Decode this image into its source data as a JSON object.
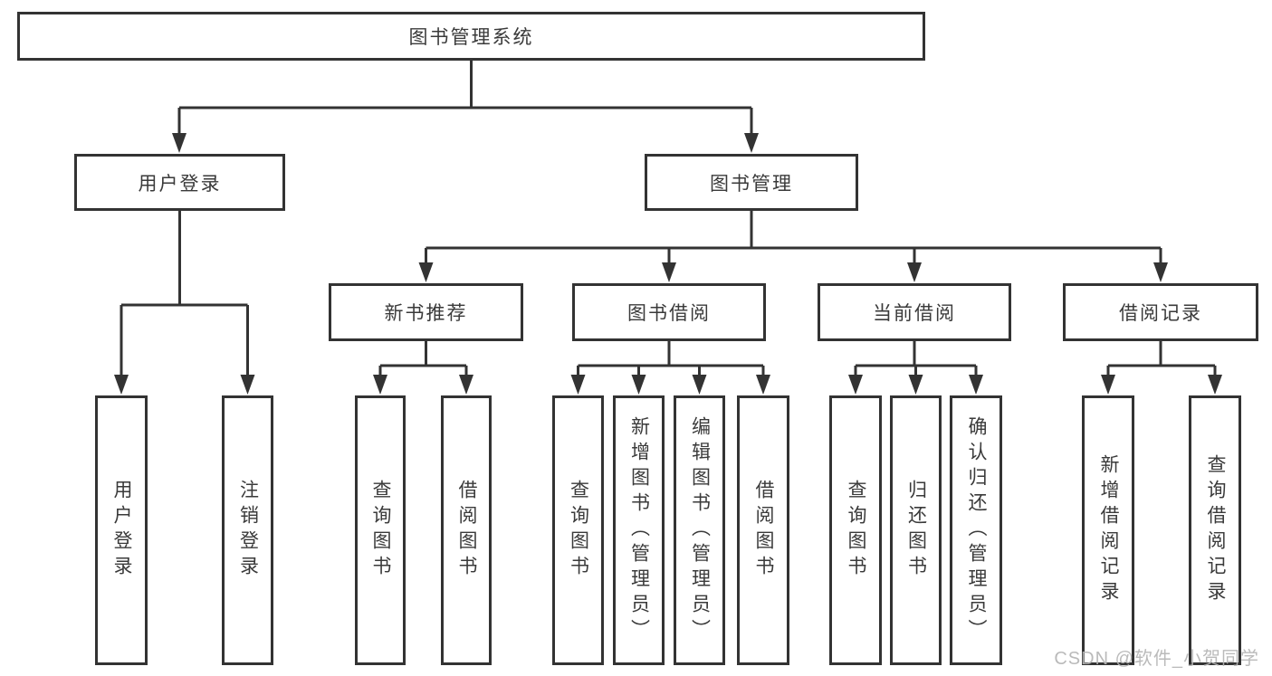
{
  "diagram": {
    "root": {
      "label": "图书管理系统"
    },
    "branches": [
      {
        "label": "用户登录",
        "children": [
          {
            "label": "用户登录"
          },
          {
            "label": "注销登录"
          }
        ]
      },
      {
        "label": "图书管理",
        "children": [
          {
            "label": "新书推荐",
            "children": [
              {
                "label": "查询图书"
              },
              {
                "label": "借阅图书"
              }
            ]
          },
          {
            "label": "图书借阅",
            "children": [
              {
                "label": "查询图书"
              },
              {
                "label": "新增图书（管理员）"
              },
              {
                "label": "编辑图书（管理员）"
              },
              {
                "label": "借阅图书"
              }
            ]
          },
          {
            "label": "当前借阅",
            "children": [
              {
                "label": "查询图书"
              },
              {
                "label": "归还图书"
              },
              {
                "label": "确认归还（管理员）"
              }
            ]
          },
          {
            "label": "借阅记录",
            "children": [
              {
                "label": "新增借阅记录"
              },
              {
                "label": "查询借阅记录"
              }
            ]
          }
        ]
      }
    ]
  },
  "watermark": {
    "text": "CSDN @软件_小贺同学"
  },
  "colors": {
    "line": "#333333",
    "text": "#3a3a3a",
    "background": "#ffffff",
    "watermark": "#b5b5b5"
  }
}
